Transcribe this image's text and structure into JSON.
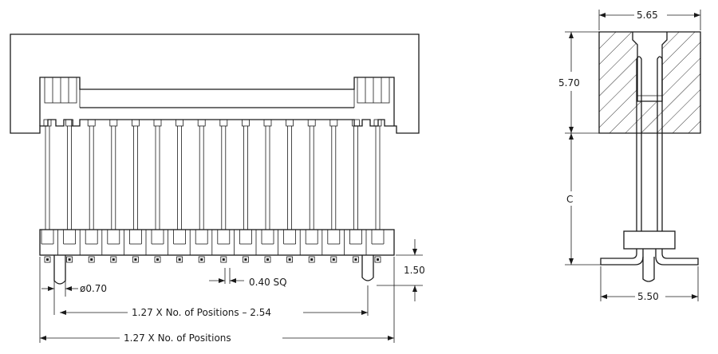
{
  "dimensions": {
    "width_top": "5.65",
    "height_body": "5.70",
    "length_c": "C",
    "width_bottom": "5.50",
    "tail_height": "1.50",
    "pin_diameter": "ø0.70",
    "square": "0.40  SQ",
    "span_minus": "1.27 X No. of Positions – 2.54",
    "span_total": "1.27 X No. of Positions"
  },
  "colors": {
    "ink": "#1a1a1a",
    "paper": "#ffffff"
  }
}
